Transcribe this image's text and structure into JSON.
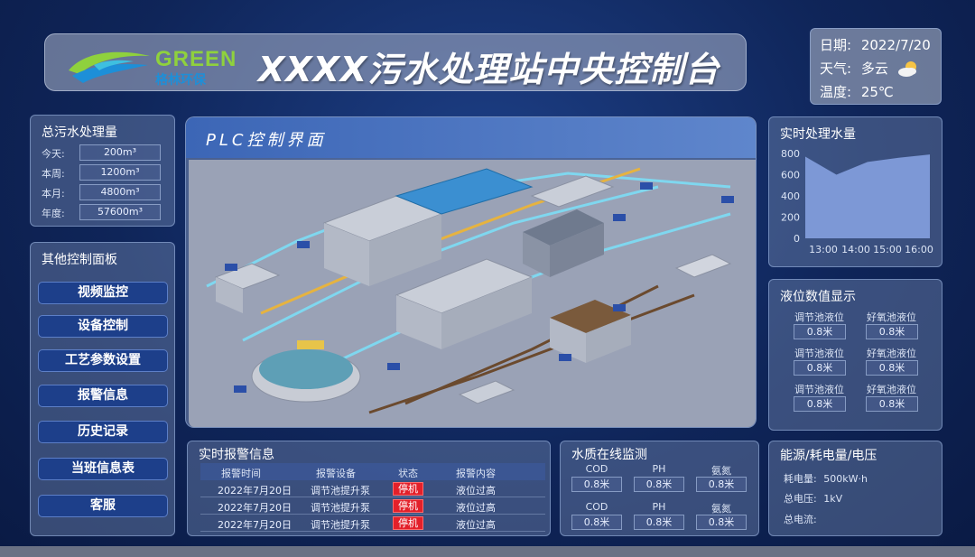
{
  "header": {
    "logo_text": "GREEN",
    "logo_sub": "格林环保",
    "title": "XXXX污水处理站中央控制台"
  },
  "info": {
    "date_label": "日期:",
    "date_value": "2022/7/20",
    "weather_label": "天气:",
    "weather_value": "多云",
    "weather_icon": "cloud-sun-icon",
    "temp_label": "温度:",
    "temp_value": "25℃"
  },
  "stats": {
    "title": "总污水处理量",
    "rows": [
      {
        "label": "今天:",
        "value": "200m³"
      },
      {
        "label": "本周:",
        "value": "1200m³"
      },
      {
        "label": "本月:",
        "value": "4800m³"
      },
      {
        "label": "年度:",
        "value": "57600m³"
      }
    ]
  },
  "control": {
    "title": "其他控制面板",
    "buttons": [
      "视频监控",
      "设备控制",
      "工艺参数设置",
      "报警信息",
      "历史记录",
      "当班信息表",
      "客服"
    ]
  },
  "plc": {
    "title": "PLC控制界面"
  },
  "realtime": {
    "title": "实时处理水量",
    "chart_data": {
      "type": "area",
      "x": [
        "13:00",
        "14:00",
        "15:00",
        "16:00"
      ],
      "categories": [
        "13:00",
        "14:00",
        "15:00",
        "16:00"
      ],
      "series": [
        {
          "values": [
            770,
            600,
            720,
            760,
            790
          ]
        }
      ],
      "y_ticks": [
        "800",
        "600",
        "400",
        "200",
        "0"
      ],
      "ylim": [
        0,
        800
      ],
      "grid": false,
      "fill": "#7d98d6"
    }
  },
  "levels": {
    "title": "液位数值显示",
    "items": [
      {
        "label": "调节池液位",
        "value": "0.8米"
      },
      {
        "label": "好氧池液位",
        "value": "0.8米"
      },
      {
        "label": "调节池液位",
        "value": "0.8米"
      },
      {
        "label": "好氧池液位",
        "value": "0.8米"
      },
      {
        "label": "调节池液位",
        "value": "0.8米"
      },
      {
        "label": "好氧池液位",
        "value": "0.8米"
      }
    ]
  },
  "alarm": {
    "title": "实时报警信息",
    "headers": [
      "报警时间",
      "报警设备",
      "状态",
      "报警内容"
    ],
    "rows": [
      {
        "time": "2022年7月20日",
        "device": "调节池提升泵",
        "status": "停机",
        "content": "液位过高"
      },
      {
        "time": "2022年7月20日",
        "device": "调节池提升泵",
        "status": "停机",
        "content": "液位过高"
      },
      {
        "time": "2022年7月20日",
        "device": "调节池提升泵",
        "status": "停机",
        "content": "液位过高"
      }
    ],
    "status_color": "#e3202a"
  },
  "water_quality": {
    "title": "水质在线监测",
    "items": [
      {
        "label": "COD",
        "value": "0.8米"
      },
      {
        "label": "PH",
        "value": "0.8米"
      },
      {
        "label": "氨氮",
        "value": "0.8米"
      },
      {
        "label": "COD",
        "value": "0.8米"
      },
      {
        "label": "PH",
        "value": "0.8米"
      },
      {
        "label": "氨氮",
        "value": "0.8米"
      }
    ]
  },
  "energy": {
    "title": "能源/耗电量/电压",
    "rows": [
      {
        "label": "耗电量:",
        "value": "500kW·h"
      },
      {
        "label": "总电压:",
        "value": "1kV"
      },
      {
        "label": "总电流:",
        "value": ""
      }
    ]
  }
}
